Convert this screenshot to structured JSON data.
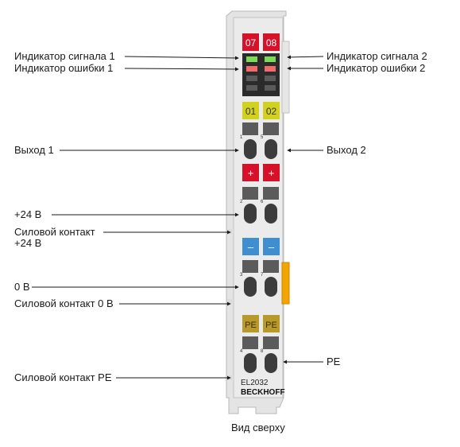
{
  "labels_left": {
    "signal_led_1": "Индикатор сигнала 1",
    "error_led_1": "Индикатор ошибки 1",
    "output_1": "Выход 1",
    "plus24v": "+24 В",
    "power_contact_24v_line1": "Силовой контакт",
    "power_contact_24v_line2": "+24 В",
    "zero_v": "0 В",
    "power_contact_0v": "Силовой контакт 0 В",
    "power_contact_pe": "Силовой контакт PE"
  },
  "labels_right": {
    "signal_led_2": "Индикатор сигнала 2",
    "error_led_2": "Индикатор ошибки 2",
    "output_2": "Выход 2",
    "pe": "PE"
  },
  "module": {
    "top_tabs": [
      "07",
      "08"
    ],
    "output_tabs": [
      "01",
      "02"
    ],
    "plus_tabs": [
      "+",
      "+"
    ],
    "minus_tabs": [
      "–",
      "–"
    ],
    "pe_tabs": [
      "PE",
      "PE"
    ],
    "terminal_numbers": [
      "1",
      "5",
      "2",
      "6",
      "3",
      "7",
      "4",
      "8"
    ],
    "model": "EL2032",
    "brand": "BECKHOFF"
  },
  "caption": "Вид сверху",
  "colors": {
    "red": "#d5122a",
    "yellow": "#d2d21e",
    "blue": "#3f8fd0",
    "pe_gold": "#b89a2c",
    "orange": "#f2a400",
    "housing": "#e3e3e3",
    "led_green": "#7ed957",
    "led_red": "#f26b6b"
  }
}
